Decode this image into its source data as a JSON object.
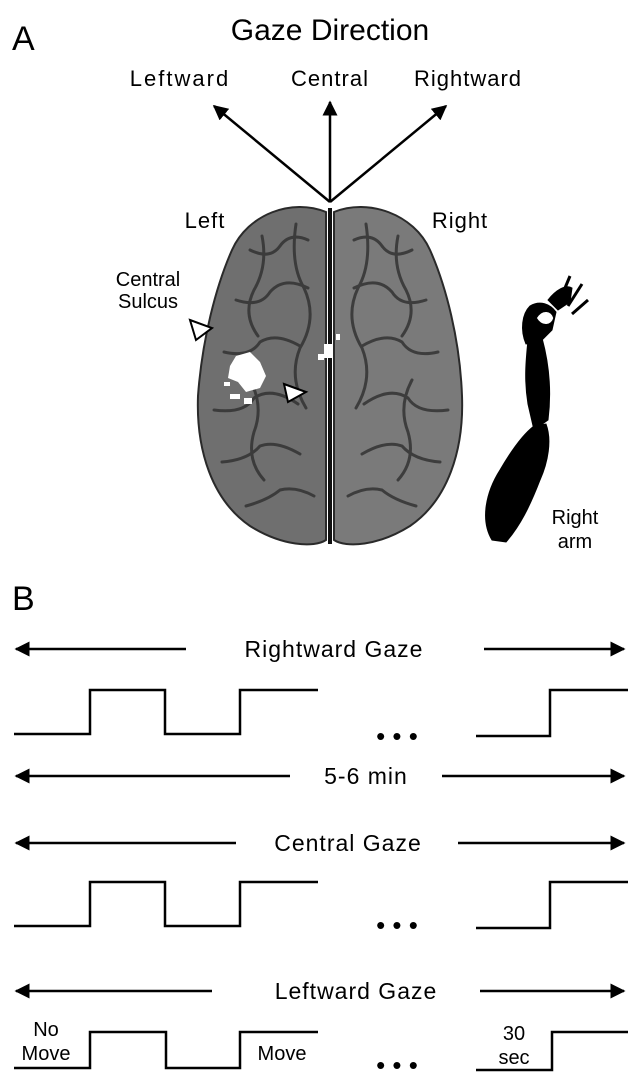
{
  "panel_a": {
    "label": "A",
    "title": "Gaze Direction",
    "directions": {
      "left": "Leftward",
      "center": "Central",
      "right": "Rightward"
    },
    "hemispheres": {
      "left": "Left",
      "right": "Right"
    },
    "central_sulcus_line1": "Central",
    "central_sulcus_line2": "Sulcus",
    "arm_line1": "Right",
    "arm_line2": "arm"
  },
  "panel_b": {
    "label": "B",
    "rightward": "Rightward Gaze",
    "duration": "5-6 min",
    "central": "Central Gaze",
    "leftward": "Leftward Gaze",
    "no_move_line1": "No",
    "no_move_line2": "Move",
    "move": "Move",
    "block_line1": "30",
    "block_line2": "sec",
    "ellipsis": "• • •"
  }
}
